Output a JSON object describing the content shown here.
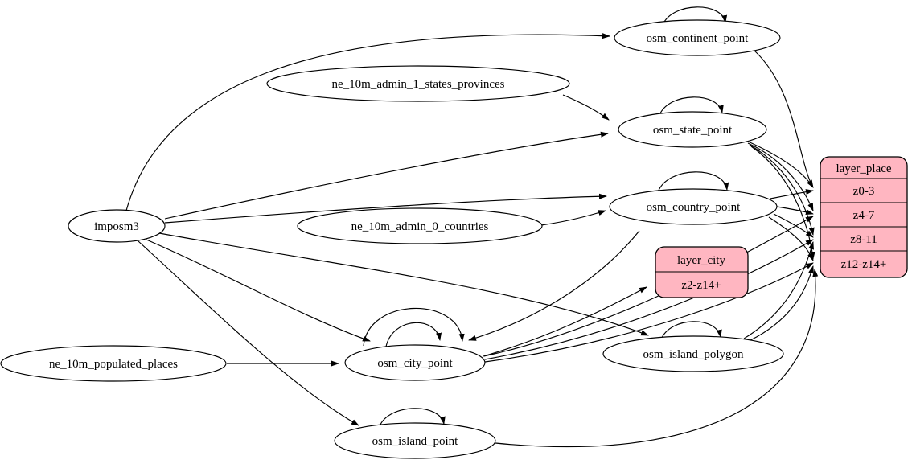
{
  "diagram": {
    "type": "graphviz-dataflow",
    "background_color": "#ffffff",
    "edge_color": "#000000",
    "node_fill": "#ffffff",
    "record_fill": "#ffb6c1",
    "nodes": {
      "imposm3": {
        "label": "imposm3"
      },
      "ne_10m_admin_1_states_provinces": {
        "label": "ne_10m_admin_1_states_provinces"
      },
      "ne_10m_admin_0_countries": {
        "label": "ne_10m_admin_0_countries"
      },
      "ne_10m_populated_places": {
        "label": "ne_10m_populated_places"
      },
      "osm_continent_point": {
        "label": "osm_continent_point"
      },
      "osm_state_point": {
        "label": "osm_state_point"
      },
      "osm_country_point": {
        "label": "osm_country_point"
      },
      "osm_city_point": {
        "label": "osm_city_point"
      },
      "osm_island_polygon": {
        "label": "osm_island_polygon"
      },
      "osm_island_point": {
        "label": "osm_island_point"
      }
    },
    "records": {
      "layer_city": {
        "title": "layer_city",
        "rows": [
          "z2-z14+"
        ]
      },
      "layer_place": {
        "title": "layer_place",
        "rows": [
          "z0-3",
          "z4-7",
          "z8-11",
          "z12-z14+"
        ]
      }
    },
    "edges": [
      {
        "from": "imposm3",
        "to": "osm_continent_point"
      },
      {
        "from": "imposm3",
        "to": "osm_state_point"
      },
      {
        "from": "imposm3",
        "to": "osm_country_point"
      },
      {
        "from": "imposm3",
        "to": "osm_city_point"
      },
      {
        "from": "imposm3",
        "to": "osm_island_polygon"
      },
      {
        "from": "imposm3",
        "to": "osm_island_point"
      },
      {
        "from": "ne_10m_admin_1_states_provinces",
        "to": "osm_state_point"
      },
      {
        "from": "ne_10m_admin_0_countries",
        "to": "osm_country_point"
      },
      {
        "from": "ne_10m_populated_places",
        "to": "osm_city_point"
      },
      {
        "from": "osm_continent_point",
        "to": "osm_continent_point"
      },
      {
        "from": "osm_state_point",
        "to": "osm_state_point"
      },
      {
        "from": "osm_country_point",
        "to": "osm_country_point"
      },
      {
        "from": "osm_city_point",
        "to": "osm_city_point"
      },
      {
        "from": "osm_city_point",
        "to": "osm_city_point"
      },
      {
        "from": "osm_island_polygon",
        "to": "osm_island_polygon"
      },
      {
        "from": "osm_island_point",
        "to": "osm_island_point"
      },
      {
        "from": "osm_country_point",
        "to": "osm_city_point"
      },
      {
        "from": "osm_city_point",
        "to": "layer_city:z2-z14+"
      },
      {
        "from": "osm_continent_point",
        "to": "layer_place:z0-3"
      },
      {
        "from": "osm_state_point",
        "to": "layer_place:z0-3"
      },
      {
        "from": "osm_state_point",
        "to": "layer_place:z4-7"
      },
      {
        "from": "osm_state_point",
        "to": "layer_place:z8-11"
      },
      {
        "from": "osm_state_point",
        "to": "layer_place:z12-z14+"
      },
      {
        "from": "osm_country_point",
        "to": "layer_place:z0-3"
      },
      {
        "from": "osm_country_point",
        "to": "layer_place:z4-7"
      },
      {
        "from": "osm_country_point",
        "to": "layer_place:z8-11"
      },
      {
        "from": "osm_country_point",
        "to": "layer_place:z12-z14+"
      },
      {
        "from": "osm_city_point",
        "to": "layer_place:z4-7"
      },
      {
        "from": "osm_city_point",
        "to": "layer_place:z8-11"
      },
      {
        "from": "osm_city_point",
        "to": "layer_place:z12-z14+"
      },
      {
        "from": "osm_island_polygon",
        "to": "layer_place:z8-11"
      },
      {
        "from": "osm_island_polygon",
        "to": "layer_place:z12-z14+"
      },
      {
        "from": "osm_island_point",
        "to": "layer_place:z12-z14+"
      }
    ]
  }
}
